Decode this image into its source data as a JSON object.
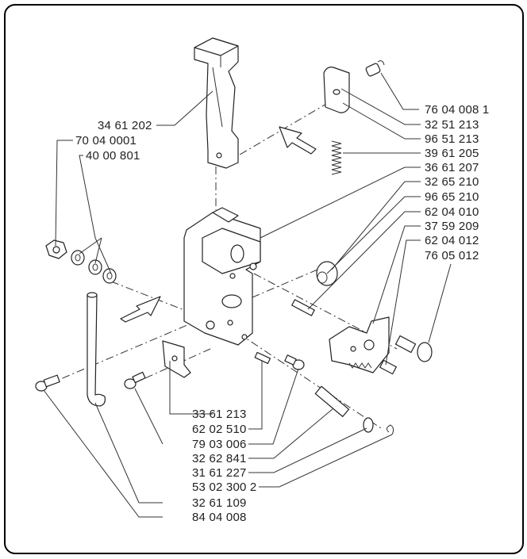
{
  "diagram": {
    "title": "Exploded parts diagram",
    "labels_right": [
      "76 04 008 1",
      "32 51 213",
      "96 51 213",
      "39 61 205",
      "36 61 207",
      "32 65 210",
      "96 65 210",
      "62 04 010",
      "37 59 209",
      "62 04 012",
      "76 05 012"
    ],
    "labels_left": [
      "34 61 202",
      "70 04 0001",
      "40 00 801"
    ],
    "labels_bottom": [
      "33 61 213",
      "62 02 510",
      "79 03 006",
      "32 62 841",
      "31 61 227",
      "53 02 300 2",
      "32 61 109",
      "84 04 008"
    ]
  }
}
